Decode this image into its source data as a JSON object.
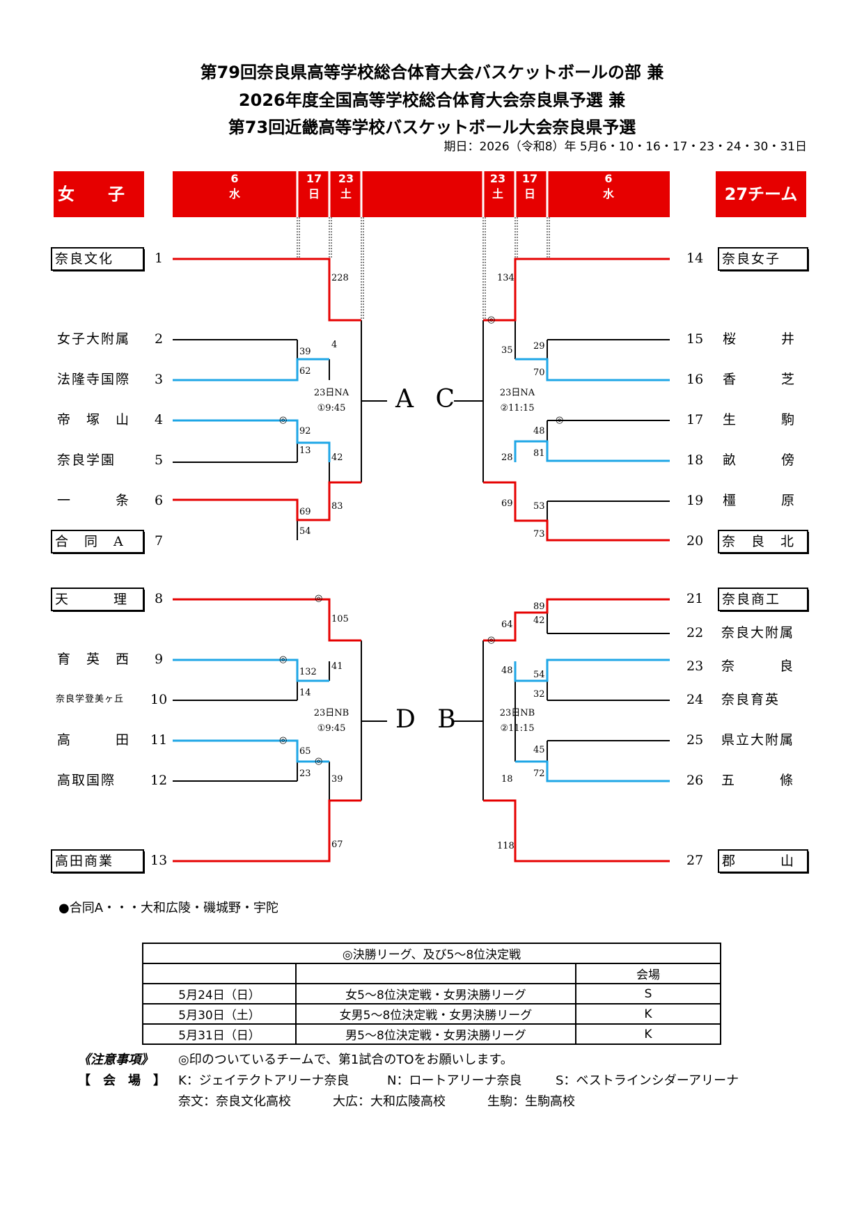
{
  "header": {
    "title1": "第79回奈良県高等学校総合体育大会バスケットボールの部 兼",
    "title2": "2026年度全国高等学校総合体育大会奈良県予選 兼",
    "title3": "第73回近畿高等学校バスケットボール大会奈良県予選",
    "dates": "期日：2026（令和8）年 5月6・10・16・17・23・24・30・31日"
  },
  "bar": {
    "left_label": "女　　子",
    "right_label": "27チーム",
    "d6_left": "6",
    "w_left": "水",
    "d17_left": "17",
    "w17_left": "日",
    "d23_left": "23",
    "w23_left": "土",
    "d23_right": "23",
    "w23_right": "土",
    "d17_right": "17",
    "w17_right": "日",
    "d6_right": "6",
    "w_right": "水"
  },
  "left_teams": [
    {
      "name": "奈良文化",
      "num": "1"
    },
    {
      "name": "女子大附属",
      "num": "2"
    },
    {
      "name": "法隆寺国際",
      "num": "3"
    },
    {
      "name": "帝　塚　山",
      "num": "4"
    },
    {
      "name": "奈良学園",
      "num": "5"
    },
    {
      "name": "一　　　条",
      "num": "6"
    },
    {
      "name": "合　同　A",
      "num": "7"
    },
    {
      "name": "天　　　理",
      "num": "8"
    },
    {
      "name": "育　英　西",
      "num": "9"
    },
    {
      "name": "奈良学登美ヶ丘",
      "num": "10"
    },
    {
      "name": "高　　　田",
      "num": "11"
    },
    {
      "name": "高取国際",
      "num": "12"
    },
    {
      "name": "高田商業",
      "num": "13"
    }
  ],
  "right_teams": [
    {
      "name": "奈良女子",
      "num": "14"
    },
    {
      "name": "桜　　　井",
      "num": "15"
    },
    {
      "name": "香　　　芝",
      "num": "16"
    },
    {
      "name": "生　　　駒",
      "num": "17"
    },
    {
      "name": "畝　　　傍",
      "num": "18"
    },
    {
      "name": "橿　　　原",
      "num": "19"
    },
    {
      "name": "奈　良　北",
      "num": "20"
    },
    {
      "name": "奈良商工",
      "num": "21"
    },
    {
      "name": "奈良大附属",
      "num": "22"
    },
    {
      "name": "奈　　　良",
      "num": "23"
    },
    {
      "name": "奈良育英",
      "num": "24"
    },
    {
      "name": "県立大附属",
      "num": "25"
    },
    {
      "name": "五　　　條",
      "num": "26"
    },
    {
      "name": "郡　　　山",
      "num": "27"
    }
  ],
  "scores": {
    "s228": "228",
    "s4": "4",
    "s39": "39",
    "s62": "62",
    "s92": "92",
    "s13": "13",
    "s42": "42",
    "s83": "83",
    "s69": "69",
    "s54": "54",
    "s105": "105",
    "s41": "41",
    "s132": "132",
    "s14": "14",
    "s65": "65",
    "s23": "23",
    "s39b": "39",
    "s67": "67",
    "s134": "134",
    "s35": "35",
    "s29": "29",
    "s70": "70",
    "s48": "48",
    "s81": "81",
    "s28": "28",
    "s69b": "69",
    "s53": "53",
    "s73": "73",
    "s64": "64",
    "s89": "89",
    "s42b": "42",
    "s48b": "48",
    "s54b": "54",
    "s32": "32",
    "s18": "18",
    "s45": "45",
    "s72": "72",
    "s118": "118"
  },
  "mark": "◎",
  "center": {
    "ac": "A C",
    "db": "D B",
    "ac_left_1": "23日NA",
    "ac_left_2": "①9:45",
    "ac_right_1": "23日NA",
    "ac_right_2": "②11:15",
    "db_left_1": "23日NB",
    "db_left_2": "①9:45",
    "db_right_1": "23日NB",
    "db_right_2": "②11:15"
  },
  "footnote": "●合同A・・・大和広陵・磯城野・宇陀",
  "schedule": {
    "caption": "◎決勝リーグ、及び5～8位決定戦",
    "venue_header": "会場",
    "rows": [
      {
        "date": "5月24日（日）",
        "event": "女5～8位決定戦・女男決勝リーグ",
        "venue": "S"
      },
      {
        "date": "5月30日（土）",
        "event": "女男5～8位決定戦・女男決勝リーグ",
        "venue": "K"
      },
      {
        "date": "5月31日（日）",
        "event": "男5～8位決定戦・女男決勝リーグ",
        "venue": "K"
      }
    ]
  },
  "notes": {
    "caution_label": "《注意事項》",
    "caution_text": "◎印のついているチームで、第1試合のTOをお願いします。",
    "venue_label": "【　会　場　】",
    "venue_k": "K：ジェイテクトアリーナ奈良",
    "venue_n": "N：ロートアリーナ奈良",
    "venue_s": "S：ベストラインシダーアリーナ",
    "venue_nb": "奈文：奈良文化高校",
    "venue_oh": "大広：大和広陵高校",
    "venue_ik": "生駒：生駒高校"
  }
}
